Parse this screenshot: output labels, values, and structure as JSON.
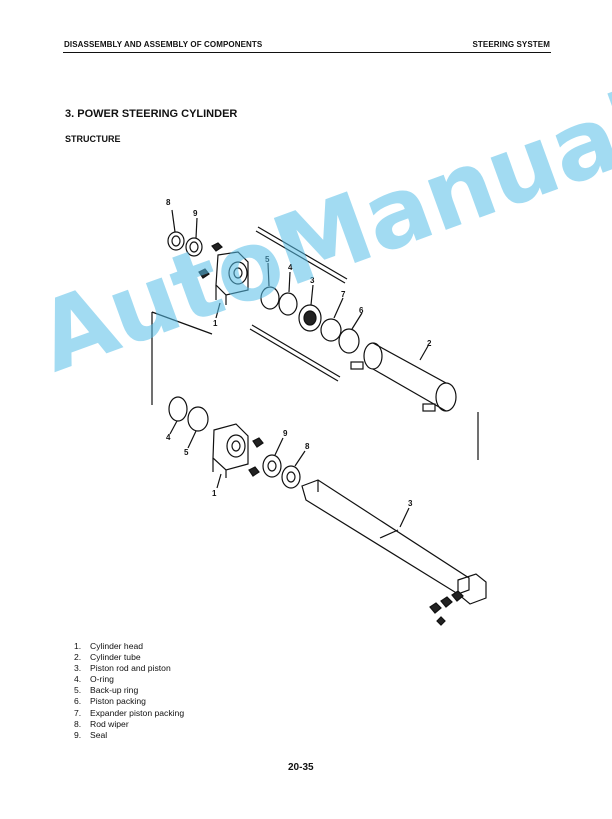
{
  "header": {
    "left": "DISASSEMBLY AND ASSEMBLY OF COMPONENTS",
    "right": "STEERING SYSTEM"
  },
  "section_title": "3.  POWER STEERING CYLINDER",
  "subtitle": "STRUCTURE",
  "callouts": [
    "8",
    "9",
    "5",
    "4",
    "3",
    "7",
    "6",
    "1",
    "2",
    "4",
    "5",
    "9",
    "8",
    "1",
    "3"
  ],
  "legend": [
    {
      "num": "1.",
      "text": "Cylinder  head"
    },
    {
      "num": "2.",
      "text": "Cylinder  tube"
    },
    {
      "num": "3.",
      "text": "Piston  rod  and  piston"
    },
    {
      "num": "4.",
      "text": "O-ring"
    },
    {
      "num": "5.",
      "text": "Back-up  ring"
    },
    {
      "num": "6.",
      "text": "Piston  packing"
    },
    {
      "num": "7.",
      "text": "Expander  piston  packing"
    },
    {
      "num": "8.",
      "text": "Rod  wiper"
    },
    {
      "num": "9.",
      "text": "Seal"
    }
  ],
  "page_number": "20-35",
  "watermark": "AutoManual",
  "colors": {
    "watermark": "#55bee8",
    "ink": "#111111"
  }
}
